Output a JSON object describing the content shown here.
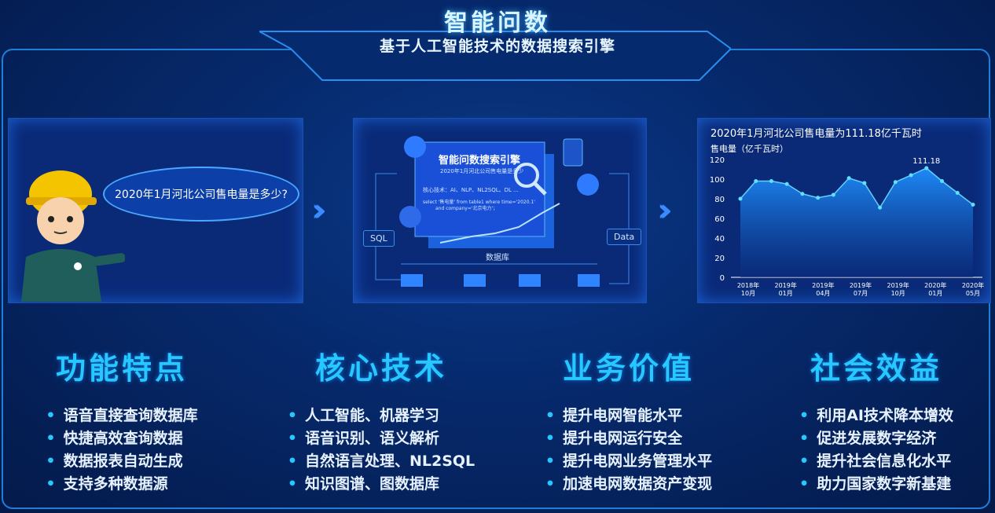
{
  "header": {
    "title": "智能问数",
    "subtitle": "基于人工智能技术的数据搜索引擎"
  },
  "panel1": {
    "question": "2020年1月河北公司售电量是多少?"
  },
  "panel2": {
    "engine_title": "智能问数搜索引擎",
    "engine_query": "2020年1月河北公司售电量是多少",
    "core_tech": "核心技术：AI、NLP、NL2SQL、DL ...",
    "sql_line1": "select '售电量' from table1 where time='2020.1'",
    "sql_line2": "and company='北京电力'；",
    "sql_tag": "SQL",
    "data_tag": "Data",
    "db_label": "数据库"
  },
  "chart_data": {
    "type": "area",
    "title": "2020年1月河北公司售电量为111.18亿千瓦时",
    "ylabel": "售电量（亿千瓦时）",
    "ylim": [
      0,
      120
    ],
    "yticks": [
      0,
      20,
      40,
      60,
      80,
      100,
      120
    ],
    "xticks": [
      "2018年 10月",
      "2019年 01月",
      "2019年 04月",
      "2019年 07月",
      "2019年 10月",
      "2020年 01月",
      "2020年 05月"
    ],
    "values": [
      80,
      98,
      98,
      95,
      85,
      81,
      84,
      101,
      96,
      71,
      97,
      104,
      111.18,
      98,
      86,
      74
    ],
    "annotation": "111.18",
    "color": "#1e8fff"
  },
  "sections": [
    {
      "title": "功能特点",
      "items": [
        "语音直接查询数据库",
        "快捷高效查询数据",
        "数据报表自动生成",
        "支持多种数据源"
      ]
    },
    {
      "title": "核心技术",
      "items": [
        "人工智能、机器学习",
        "语音识别、语义解析",
        "自然语言处理、NL2SQL",
        "知识图谱、图数据库"
      ]
    },
    {
      "title": "业务价值",
      "items": [
        "提升电网智能水平",
        "提升电网运行安全",
        "提升电网业务管理水平",
        "加速电网数据资产变现"
      ]
    },
    {
      "title": "社会效益",
      "items": [
        "利用AI技术降本增效",
        "促进发展数字经济",
        "提升社会信息化水平",
        "助力国家数字新基建"
      ]
    }
  ]
}
